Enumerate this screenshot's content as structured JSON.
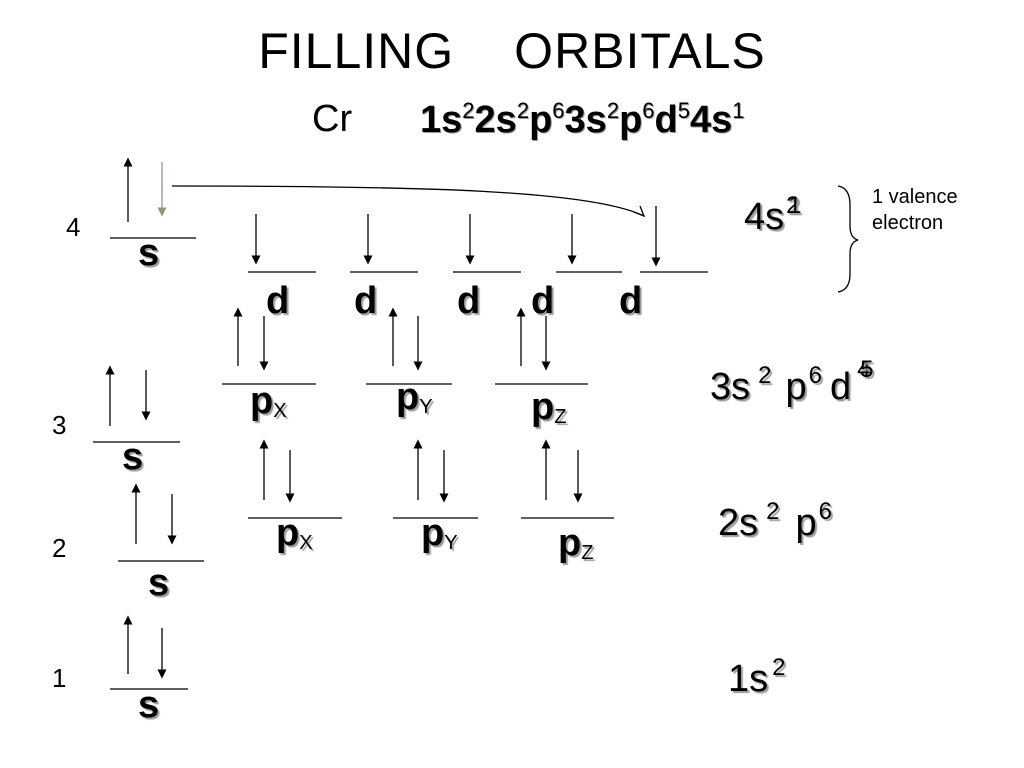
{
  "title": {
    "word1": "FILLING",
    "word2": "ORBITALS"
  },
  "element": "Cr",
  "configuration": [
    {
      "base": "1s",
      "exp": "2"
    },
    {
      "base": "2s",
      "exp": "2"
    },
    {
      "base": "p",
      "exp": "6"
    },
    {
      "base": "3s",
      "exp": "2"
    },
    {
      "base": "p",
      "exp": "6"
    },
    {
      "base": "d",
      "exp": "5"
    },
    {
      "base": "4s",
      "exp": "1"
    }
  ],
  "shells": [
    "4",
    "3",
    "2",
    "1"
  ],
  "orbital_labels": {
    "s": "s",
    "d": "d",
    "p": "p",
    "x": "X",
    "y": "Y",
    "z": "Z"
  },
  "right_labels": {
    "row4": {
      "base": "4s",
      "exp_overlap": [
        "2",
        "1"
      ]
    },
    "row3": {
      "s": "3s",
      "s_exp": "2",
      "p": "p",
      "p_exp": "6",
      "d": "d",
      "d_exp_overlap": [
        "4",
        "5"
      ]
    },
    "row2": {
      "s": "2s",
      "s_exp": "2",
      "p": "p",
      "p_exp": "6"
    },
    "row1": {
      "s": "1s",
      "s_exp": "2"
    }
  },
  "valence_note": "1 valence electron",
  "colors": {
    "ink": "#000000",
    "arrow_moved": "#8a9a7a",
    "shadow": "#9a9a9a"
  }
}
